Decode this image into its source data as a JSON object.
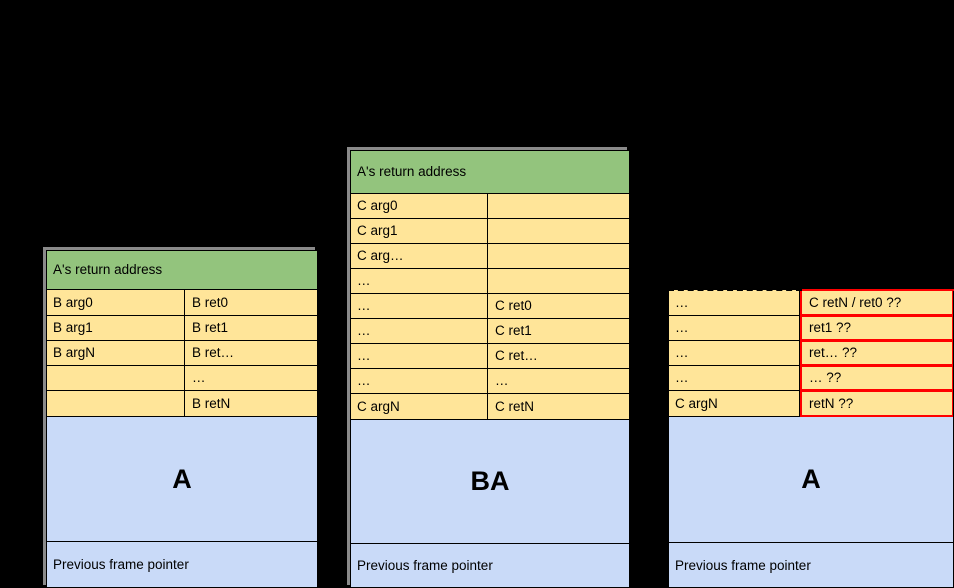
{
  "diagrams": [
    {
      "id": "stack-frame-a-with-b",
      "header": "A's return address",
      "rows": [
        {
          "left": "B arg0",
          "right": "B ret0"
        },
        {
          "left": "B arg1",
          "right": "B ret1"
        },
        {
          "left": "B argN",
          "right": "B ret…"
        },
        {
          "left": "",
          "right": "…"
        },
        {
          "left": "",
          "right": "B retN"
        }
      ],
      "body_label": "A",
      "footer": "Previous frame pointer"
    },
    {
      "id": "stack-frame-ba-with-c",
      "header": "A's return address",
      "rows": [
        {
          "left": "C arg0",
          "right": ""
        },
        {
          "left": "C arg1",
          "right": ""
        },
        {
          "left": "C arg…",
          "right": ""
        },
        {
          "left": "…",
          "right": ""
        },
        {
          "left": "…",
          "right": "C ret0"
        },
        {
          "left": "…",
          "right": "C ret1"
        },
        {
          "left": "…",
          "right": "C ret…"
        },
        {
          "left": "…",
          "right": "…"
        },
        {
          "left": "C argN",
          "right": "C retN"
        }
      ],
      "body_label": "BA",
      "footer": "Previous frame pointer"
    },
    {
      "id": "stack-frame-a-unwound",
      "header": null,
      "rows": [
        {
          "left": "…",
          "right": "C retN / ret0 ??",
          "right_highlight": true
        },
        {
          "left": "…",
          "right": "ret1 ??",
          "right_highlight": true
        },
        {
          "left": "…",
          "right": "ret… ??",
          "right_highlight": true
        },
        {
          "left": "…",
          "right": "… ??",
          "right_highlight": true
        },
        {
          "left": "C argN",
          "right": "retN ??",
          "right_highlight": true
        }
      ],
      "body_label": "A",
      "footer": "Previous frame pointer"
    }
  ],
  "colors": {
    "background": "#000000",
    "header_green": "#93C47D",
    "cell_yellow": "#FFE599",
    "body_blue": "#C9DAF8",
    "highlight_red": "#FF0000",
    "border_black": "#000000",
    "shadow_gray": "#8A8A8A"
  }
}
